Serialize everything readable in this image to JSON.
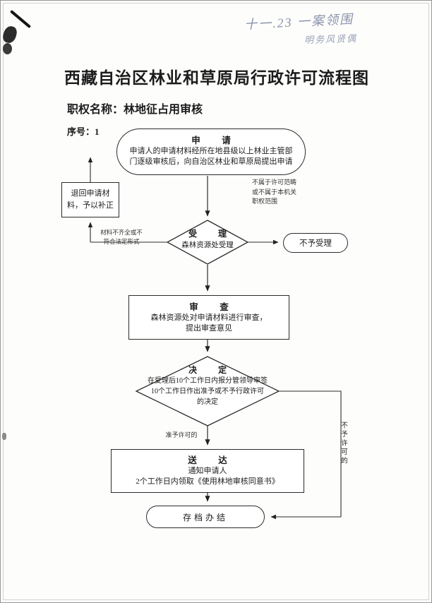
{
  "artifacts": {
    "note_line1": "十一.23 一案领围",
    "note_line2": "明务风贤偶"
  },
  "header": {
    "title": "西藏自治区林业和草原局行政许可流程图",
    "authority": "职权名称：林地征占用审核",
    "serial": "序号：1"
  },
  "flow": {
    "apply_title": "申　请",
    "apply_line1": "申请人的申请材料经所在地县级以上林业主管部",
    "apply_line2": "门逐级审核后，向自治区林业和草原局提出申请",
    "return_line1": "退回申请材",
    "return_line2": "料，予以补正",
    "incomplete_line1": "材料不齐全或不",
    "incomplete_line2": "符合法定形式",
    "notinscope_line1": "不属于许可范畴",
    "notinscope_line2": "或不属于本机关",
    "notinscope_line3": "职权范围",
    "accept_title": "受　理",
    "accept_body": "森林资源处受理",
    "not_accept": "不予受理",
    "review_title": "审　查",
    "review_line1": "森林资源处对申请材料进行审查，",
    "review_line2": "提出审查意见",
    "decide_title": "决　定",
    "decide_line1": "在受理后10个工作日内报分管领导审签",
    "decide_line2": "10个工作日作出准予或不予行政许可",
    "decide_line3": "的决定",
    "granted_label": "准予许可的",
    "denied_label": "不予许可的",
    "deliver_title": "送　达",
    "deliver_line1": "通知申请人",
    "deliver_line2": "2个工作日内领取《使用林地审核同意书》",
    "archive": "存档办结"
  }
}
